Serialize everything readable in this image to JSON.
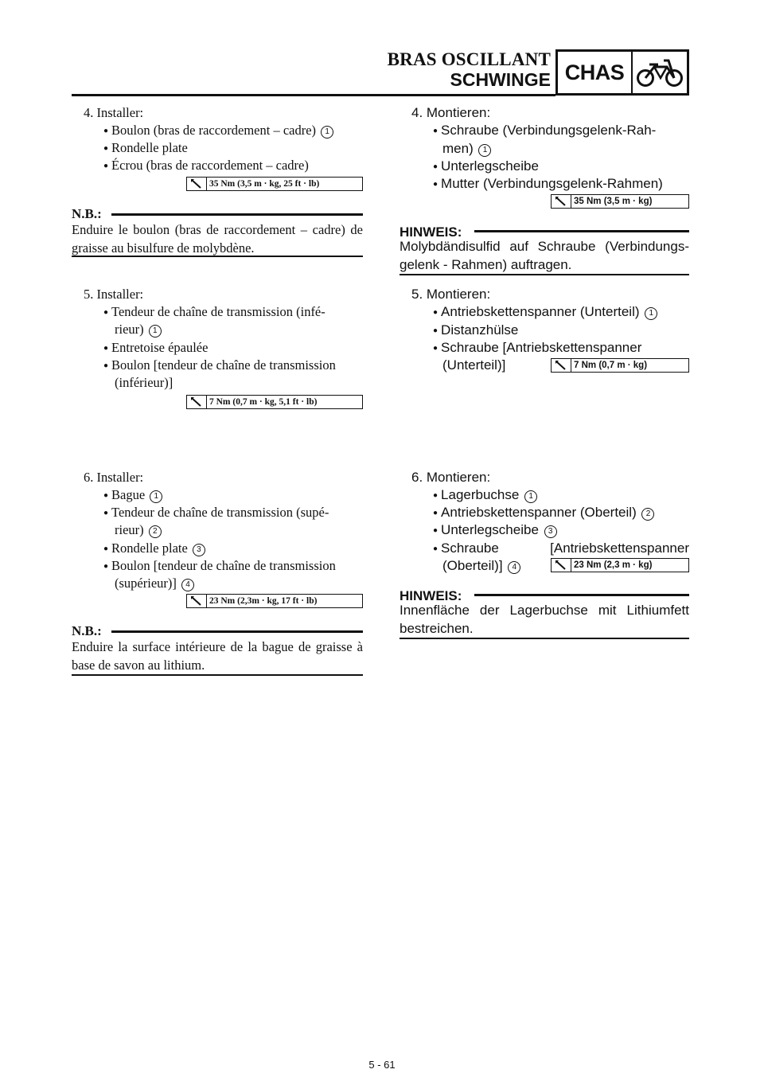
{
  "header": {
    "title_fr": "BRAS OSCILLANT",
    "title_de": "SCHWINGE",
    "section": "CHAS",
    "section_icon": "motorcycle-icon"
  },
  "left": {
    "step4": {
      "title": "4.  Installer:",
      "items": [
        "Boulon (bras de raccordement – cadre)",
        "Rondelle plate",
        "Écrou (bras de raccordement – cadre)"
      ],
      "item1_num": "1",
      "torque": "35 Nm (3,5 m · kg, 25 ft · lb)"
    },
    "note1": {
      "label": "N.B.:",
      "text": "Enduire le boulon (bras de raccordement – cadre) de graisse au bisulfure de molybdène."
    },
    "step5": {
      "title": "5.  Installer:",
      "item1_l1": "Tendeur de chaîne de transmission (infé-",
      "item1_l2": "rieur)",
      "item1_num": "1",
      "item2": "Entretoise épaulée",
      "item3_l1": "Boulon [tendeur de chaîne de transmission",
      "item3_l2": "(inférieur)]",
      "torque": "7 Nm (0,7 m · kg, 5,1 ft · lb)"
    },
    "step6": {
      "title": "6.  Installer:",
      "item1": "Bague",
      "item1_num": "1",
      "item2_l1": "Tendeur de chaîne de transmission (supé-",
      "item2_l2": "rieur)",
      "item2_num": "2",
      "item3": "Rondelle plate",
      "item3_num": "3",
      "item4_l1": "Boulon [tendeur de chaîne de transmission",
      "item4_l2": "(supérieur)]",
      "item4_num": "4",
      "torque": "23 Nm (2,3m · kg, 17 ft · lb)"
    },
    "note2": {
      "label": "N.B.:",
      "text": "Enduire la surface intérieure de la bague de graisse à base de savon au lithium."
    }
  },
  "right": {
    "step4": {
      "title": "4.  Montieren:",
      "item1_l1": "Schraube (Verbindungsgelenk-Rah-",
      "item1_l2": "men)",
      "item1_num": "1",
      "item2": "Unterlegscheibe",
      "item3": "Mutter (Verbindungsgelenk-Rahmen)",
      "torque": "35 Nm (3,5 m · kg)"
    },
    "note1": {
      "label": "HINWEIS:",
      "text": "Molybdändisulfid auf Schraube (Verbindungs-gelenk - Rahmen) auftragen."
    },
    "step5": {
      "title": "5.  Montieren:",
      "item1": "Antriebskettenspanner (Unterteil)",
      "item1_num": "1",
      "item2": "Distanzhülse",
      "item3_l1": "Schraube [Antriebskettenspanner",
      "item3_l2": "(Unterteil)]",
      "torque": "7 Nm (0,7 m · kg)"
    },
    "step6": {
      "title": "6.  Montieren:",
      "item1": "Lagerbuchse",
      "item1_num": "1",
      "item2": "Antriebskettenspanner (Oberteil)",
      "item2_num": "2",
      "item3": "Unterlegscheibe",
      "item3_num": "3",
      "item4_l1a": "Schraube",
      "item4_l1b": "[Antriebskettenspanner",
      "item4_l2": "(Oberteil)]",
      "item4_num": "4",
      "torque": "23 Nm (2,3 m · kg)"
    },
    "note2": {
      "label": "HINWEIS:",
      "text": "Innenfläche der Lagerbuchse mit Lithiumfett bestreichen."
    }
  },
  "footer": {
    "page_number": "5 - 61"
  }
}
